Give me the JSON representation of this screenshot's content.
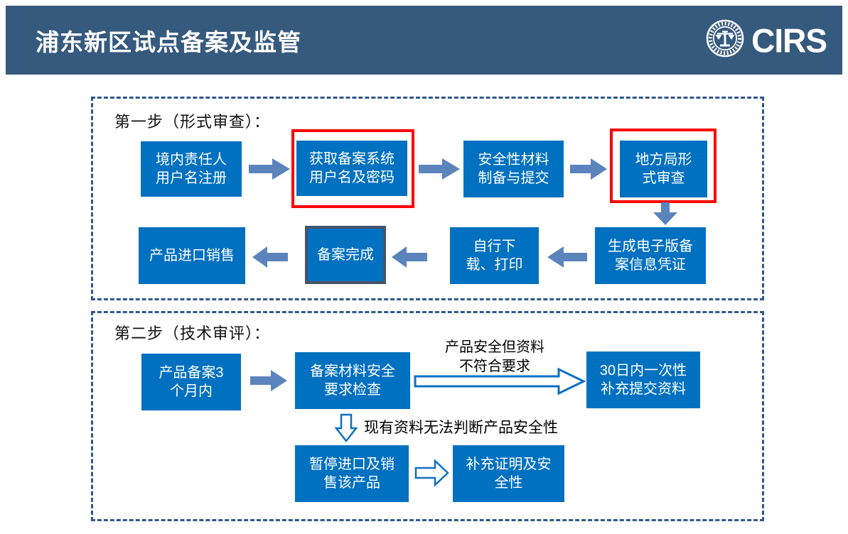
{
  "header": {
    "title": "浦东新区试点备案及监管",
    "logo": {
      "text": "CIRS",
      "icon": "scales-seal"
    },
    "bg_color": "#36597E"
  },
  "colors": {
    "box_blue": "#0070C0",
    "solid_arrow_blue": "#5B84BD",
    "hollow_arrow_outline": "#0C70C4",
    "dashed_border": "#30588C",
    "highlight_red": "#FF0000",
    "complete_box_border": "#44546A"
  },
  "section1": {
    "title": "第一步（形式审查）：",
    "nodes": {
      "register": "境内责任人\n用户名注册",
      "credentials": "获取备案系统\n用户名及密码",
      "materials": "安全性材料\n制备与提交",
      "local_review": "地方局形\n式审查",
      "evoucher": "生成电子版备\n案信息凭证",
      "download": "自行下\n载、打印",
      "complete": "备案完成",
      "import_sale": "产品进口销售"
    }
  },
  "section2": {
    "title": "第二步（技术审评）：",
    "nodes": {
      "within_3_months": "产品备案3\n个月内",
      "safety_check": "备案材料安全\n要求检查",
      "supplement_30d": "30日内一次性\n补充提交资料",
      "suspend": "暂停进口及销\n售该产品",
      "proof": "补充证明及安\n全性"
    },
    "labels": {
      "branch_right": "产品安全但资料\n不符合要求",
      "branch_down": "现有资料无法判断产品安全性"
    }
  }
}
